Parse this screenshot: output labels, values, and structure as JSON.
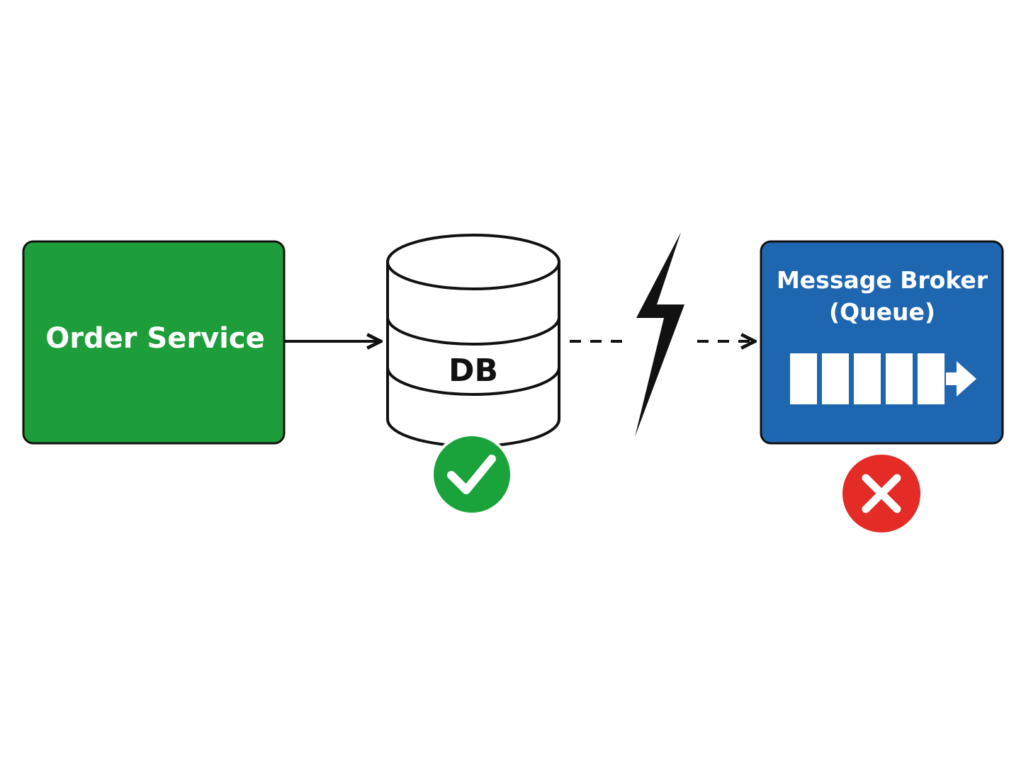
{
  "nodes": {
    "order_service": {
      "label": "Order Service"
    },
    "database": {
      "label": "DB",
      "status": "success"
    },
    "message_broker": {
      "title_line1": "Message Broker",
      "title_line2": "(Queue)",
      "status": "failure"
    }
  },
  "edges": [
    {
      "from": "order_service",
      "to": "database",
      "style": "solid"
    },
    {
      "from": "database",
      "to": "message_broker",
      "style": "dashed",
      "interrupted": true
    }
  ],
  "icons": {
    "success": "check-circle-icon",
    "failure": "x-circle-icon",
    "interruption": "lightning-bolt-icon",
    "queue": "queue-icon"
  },
  "colors": {
    "order_service_fill": "#1e9e3a",
    "broker_fill": "#1f66b1",
    "success": "#1aa33a",
    "failure": "#e52b25",
    "stroke": "#111111"
  }
}
